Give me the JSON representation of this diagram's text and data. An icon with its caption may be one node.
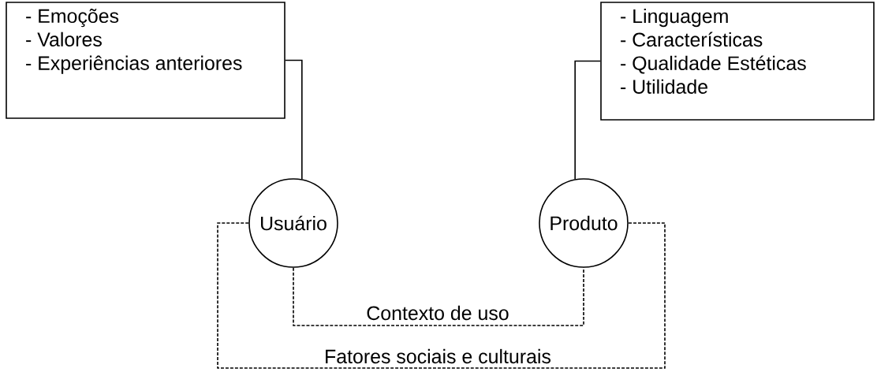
{
  "diagram": {
    "nodes": [
      {
        "text": [
          "- Emoções",
          "- Valores",
          "- Experiências anteriores"
        ]
      },
      {
        "text": [
          "- Linguagem",
          "- Características",
          "- Qualidade Estéticas",
          "- Utilidade"
        ]
      },
      {
        "text": [
          "Usuário"
        ]
      },
      {
        "text": [
          "Produto"
        ]
      }
    ],
    "edges": [
      {
        "from": 0,
        "to": 2,
        "arrow": "none"
      },
      {
        "from": 1,
        "to": 3,
        "arrow": "none"
      },
      {
        "from": 2,
        "to": 3,
        "arrow": "none",
        "label": "Contexto de uso",
        "style": "dashed"
      },
      {
        "from": 2,
        "to": 3,
        "arrow": "none",
        "label": "Fatores sociais e culturais",
        "style": "dashed"
      }
    ]
  }
}
